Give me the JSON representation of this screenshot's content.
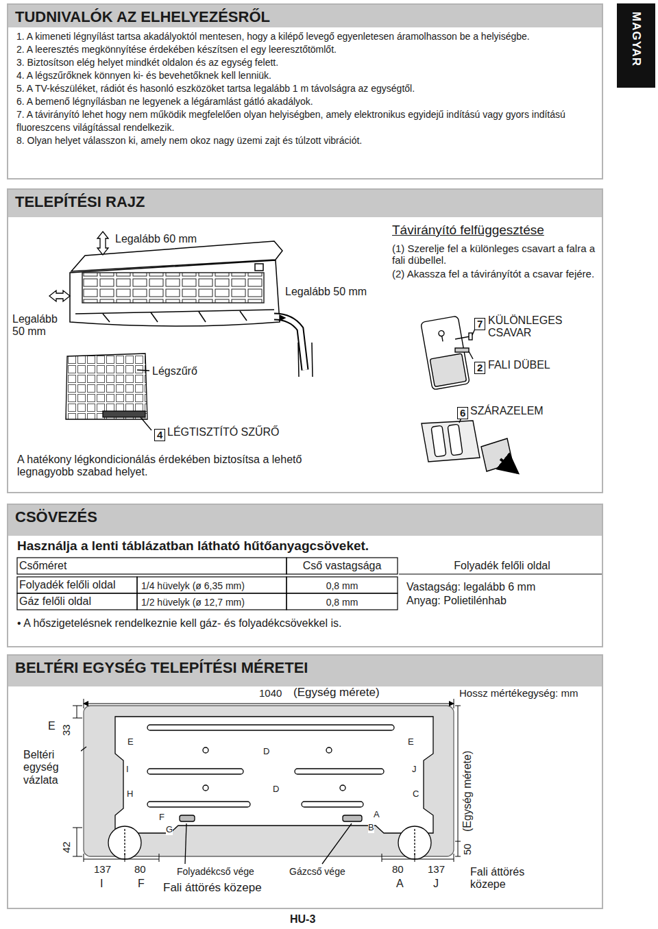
{
  "diagram": {
    "nodes": [
      {
        "text": [
          "TUDNIVALÓK AZ ELHELYEZÉSRŐL",
          "1. A kimeneti légnyílást tartsa akadályoktól mentesen, hogy a kilépő levegő egyenletesen áramolhasson be a helyiségbe.",
          "2. A leeresztés megkönnyítése érdekében készítsen el egy leeresztőtömlőt.",
          "3. Biztosítson elég helyet mindkét oldalon és az egység felett.",
          "4. A légszűrőknek könnyen ki- és bevehetőknek kell lenniük.",
          "5. A TV-készüléket, rádiót és hasonló eszközöket tartsa legalább 1 m távolságra az egységtől.",
          "6. A bemenő légnyílásban ne legyenek a légáramlást gátló akadályok.",
          "7. A távirányító lehet hogy nem működik megfelelően olyan helyiségben, amely elektronikus egyidejű indítású vagy gyors indítású fluoreszcens világítással rendelkezik.",
          "8. Olyan helyet válasszon ki, amely nem okoz nagy üzemi zajt és túlzott vibrációt."
        ]
      },
      {
        "text": [
          "MAGYAR"
        ]
      },
      {
        "text": [
          "TELEPÍTÉSI RAJZ"
        ]
      },
      {
        "text": [
          "7"
        ],
        "in": 2
      },
      {
        "text": [
          "2"
        ],
        "in": 2
      },
      {
        "text": [
          "6"
        ],
        "in": 2
      },
      {
        "text": [
          "4"
        ],
        "in": 2
      },
      {
        "text": [
          "CSÖVEZÉS"
        ]
      },
      {
        "text": [
          "BELTÉRI EGYSÉG TELEPÍTÉSI MÉRETEI"
        ]
      }
    ],
    "labels": [
      "Legalább 60 mm",
      "Legalább 50 mm",
      "Legalább 50 mm",
      "Légszűrő",
      "LÉGTISZTÍTÓ SZŰRŐ",
      "A hatékony légkondicionálás érdekében biztosítsa a lehető legnagyobb szabad helyet.",
      "Távirányító felfüggesztése",
      "(1) Szerelje fel a különleges csavart a falra a fali dübellel.",
      "(2) Akassza fel a távirányítót a csavar fejére.",
      "KÜLÖNLEGES CSAVAR",
      "FALI DÜBEL",
      "SZÁRAZELEM",
      "Használja a lenti táblázatban látható hűtőanyagcsöveket.",
      "Csőméret",
      "Cső vastagsága",
      "Folyadék felőli oldal",
      "Folyadék felőli oldal",
      "1/4 hüvelyk (ø 6,35 mm)",
      "0,8 mm",
      "Vastagság: legalább 6 mm",
      "Gáz felőli oldal",
      "1/2 hüvelyk (ø 12,7 mm)",
      "0,8 mm",
      "Anyag: Polietilénhab",
      "• A hőszigetelésnek rendelkeznie kell gáz- és folyadékcsövekkel is.",
      "1040",
      "(Egység mérete)",
      "Hossz mértékegység: mm",
      "E",
      "33",
      "Beltéri egység vázlata",
      "42",
      "137",
      "I",
      "80",
      "F",
      "Folyadékcső vége",
      "Fali áttörés közepe",
      "Gázcső vége",
      "80",
      "A",
      "137",
      "J",
      "Fali áttörés közepe",
      "50",
      "(Egység mérete)",
      "E",
      "I",
      "H",
      "F",
      "G",
      "D",
      "D",
      "E",
      "J",
      "C",
      "A",
      "B",
      "HU-3"
    ]
  }
}
